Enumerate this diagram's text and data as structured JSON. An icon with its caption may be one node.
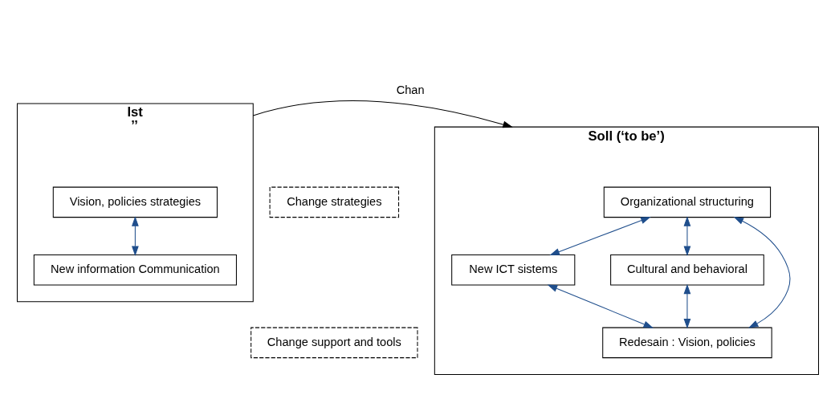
{
  "diagram": {
    "nodes": [
      {
        "text": [
          "Ist",
          "’’"
        ]
      },
      {
        "text": [
          "Vision, policies strategies"
        ],
        "in": 0
      },
      {
        "text": [
          "New information Communication"
        ],
        "in": 0
      },
      {
        "text": [
          "Change strategies"
        ]
      },
      {
        "text": [
          "Change support and tools"
        ]
      },
      {
        "text": [
          "Soll (‘to be’)"
        ]
      },
      {
        "text": [
          "Organizational structuring"
        ],
        "in": 5
      },
      {
        "text": [
          "New ICT sistems"
        ],
        "in": 5
      },
      {
        "text": [
          "Cultural and behavioral"
        ],
        "in": 5
      },
      {
        "text": [
          "Redesain : Vision, policies"
        ],
        "in": 5
      }
    ],
    "edges": [
      {
        "from": 1,
        "to": 2,
        "arrow": "both"
      },
      {
        "from": 0,
        "to": 5,
        "arrow": "to",
        "label": "Chan",
        "color": "#000000"
      },
      {
        "from": 6,
        "to": 7,
        "arrow": "both"
      },
      {
        "from": 6,
        "to": 8,
        "arrow": "both"
      },
      {
        "from": 6,
        "to": 9,
        "arrow": "both"
      },
      {
        "from": 7,
        "to": 9,
        "arrow": "both"
      },
      {
        "from": 8,
        "to": 9,
        "arrow": "both"
      }
    ]
  }
}
